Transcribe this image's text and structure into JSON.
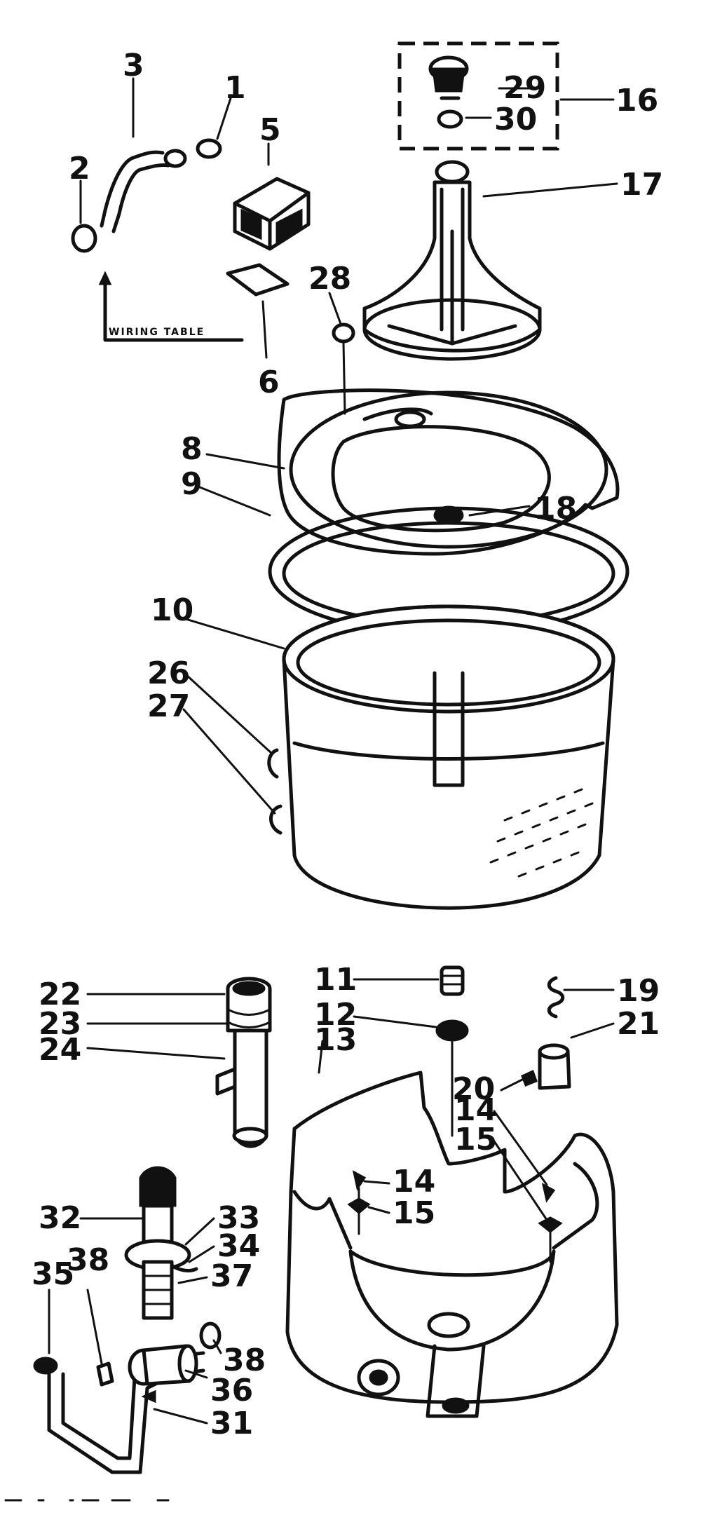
{
  "callouts": [
    {
      "id": "c1",
      "text": "1"
    },
    {
      "id": "c2",
      "text": "2"
    },
    {
      "id": "c3",
      "text": "3"
    },
    {
      "id": "c5",
      "text": "5"
    },
    {
      "id": "c6",
      "text": "6"
    },
    {
      "id": "c8",
      "text": "8"
    },
    {
      "id": "c9",
      "text": "9"
    },
    {
      "id": "c10",
      "text": "10"
    },
    {
      "id": "c11",
      "text": "11"
    },
    {
      "id": "c12",
      "text": "12"
    },
    {
      "id": "c13",
      "text": "13"
    },
    {
      "id": "c14a",
      "text": "14"
    },
    {
      "id": "c14b",
      "text": "14"
    },
    {
      "id": "c15a",
      "text": "15"
    },
    {
      "id": "c15b",
      "text": "15"
    },
    {
      "id": "c16",
      "text": "16"
    },
    {
      "id": "c17",
      "text": "17"
    },
    {
      "id": "c18",
      "text": "18"
    },
    {
      "id": "c19",
      "text": "19"
    },
    {
      "id": "c20",
      "text": "20"
    },
    {
      "id": "c21",
      "text": "21"
    },
    {
      "id": "c22",
      "text": "22"
    },
    {
      "id": "c23",
      "text": "23"
    },
    {
      "id": "c24",
      "text": "24"
    },
    {
      "id": "c26",
      "text": "26"
    },
    {
      "id": "c27",
      "text": "27"
    },
    {
      "id": "c28",
      "text": "28"
    },
    {
      "id": "c29",
      "text": "29"
    },
    {
      "id": "c30",
      "text": "30"
    },
    {
      "id": "c31",
      "text": "31"
    },
    {
      "id": "c32",
      "text": "32"
    },
    {
      "id": "c33",
      "text": "33"
    },
    {
      "id": "c34",
      "text": "34"
    },
    {
      "id": "c35",
      "text": "35"
    },
    {
      "id": "c36",
      "text": "36"
    },
    {
      "id": "c37",
      "text": "37"
    },
    {
      "id": "c38a",
      "text": "38"
    },
    {
      "id": "c38b",
      "text": "38"
    }
  ],
  "notes": {
    "wiring_table": "WIRING TABLE"
  }
}
